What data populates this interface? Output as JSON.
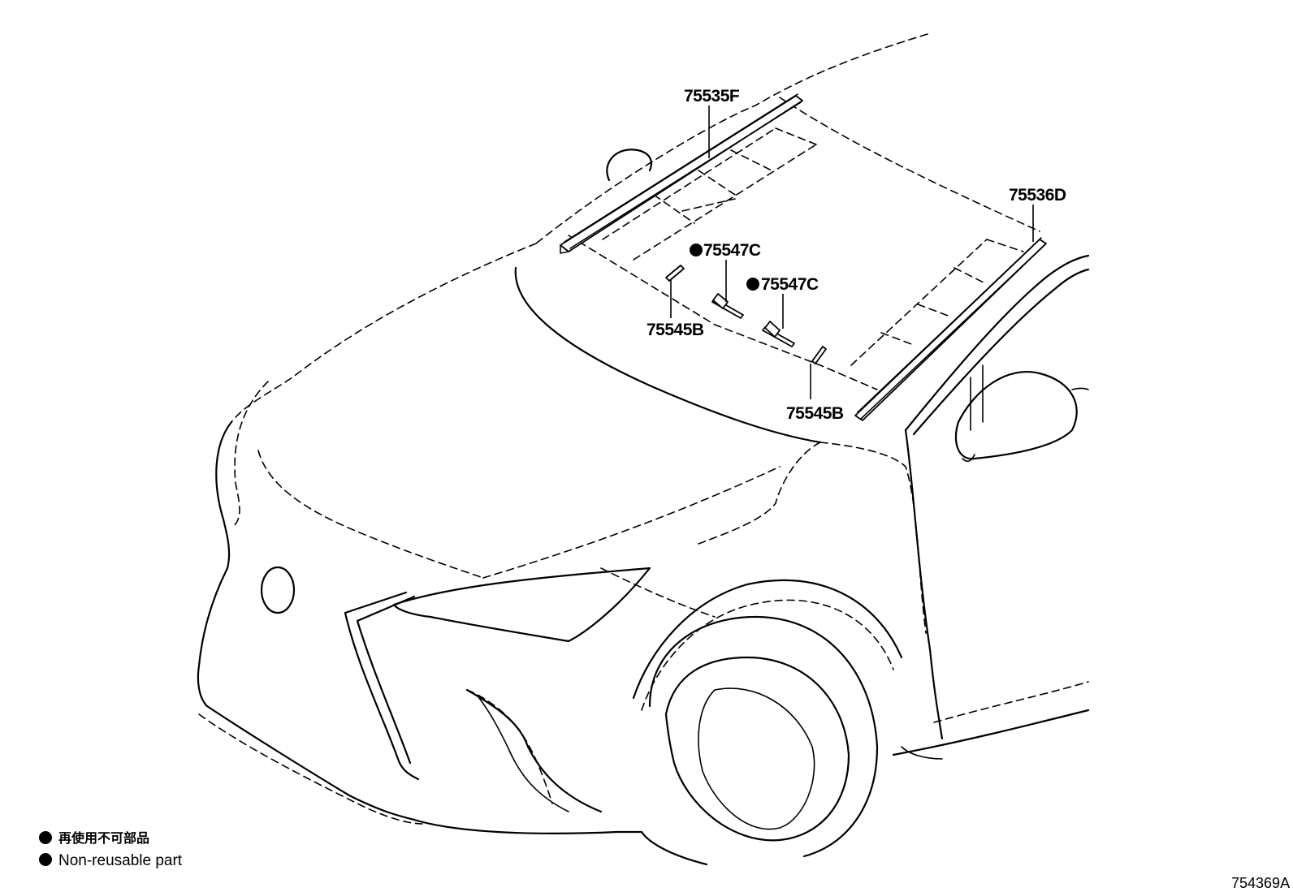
{
  "callouts": [
    {
      "id": "75535F",
      "label": "75535F",
      "non_reusable": false
    },
    {
      "id": "75536D",
      "label": "75536D",
      "non_reusable": false
    },
    {
      "id": "75547C-left",
      "label": "75547C",
      "non_reusable": true
    },
    {
      "id": "75547C-right",
      "label": "75547C",
      "non_reusable": true
    },
    {
      "id": "75545B-left",
      "label": "75545B",
      "non_reusable": false
    },
    {
      "id": "75545B-right",
      "label": "75545B",
      "non_reusable": false
    }
  ],
  "legend": {
    "japanese": "再使用不可部品",
    "english": "Non-reusable part",
    "marker": "filled-circle"
  },
  "diagram_code": "754369A",
  "colors": {
    "line": "#000000",
    "background": "#ffffff"
  }
}
